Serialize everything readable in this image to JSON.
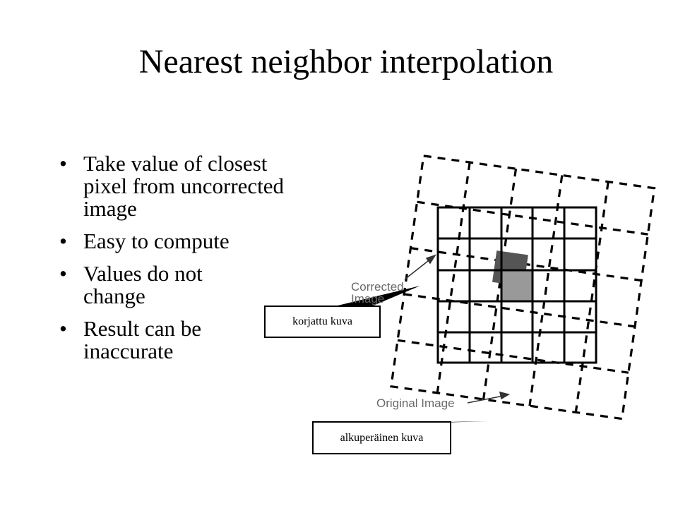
{
  "slide": {
    "title": "Nearest neighbor interpolation",
    "bullets": [
      "Take value of closest pixel from uncorrected image",
      "Easy to compute",
      "Values do not change",
      "Result can be inaccurate"
    ]
  },
  "figure": {
    "corrected_label": "Corrected Image",
    "original_label": "Original Image",
    "grid_rows": 5,
    "grid_cols": 5
  },
  "callouts": {
    "corrected": "korjattu kuva",
    "original": "alkuperäinen kuva"
  }
}
